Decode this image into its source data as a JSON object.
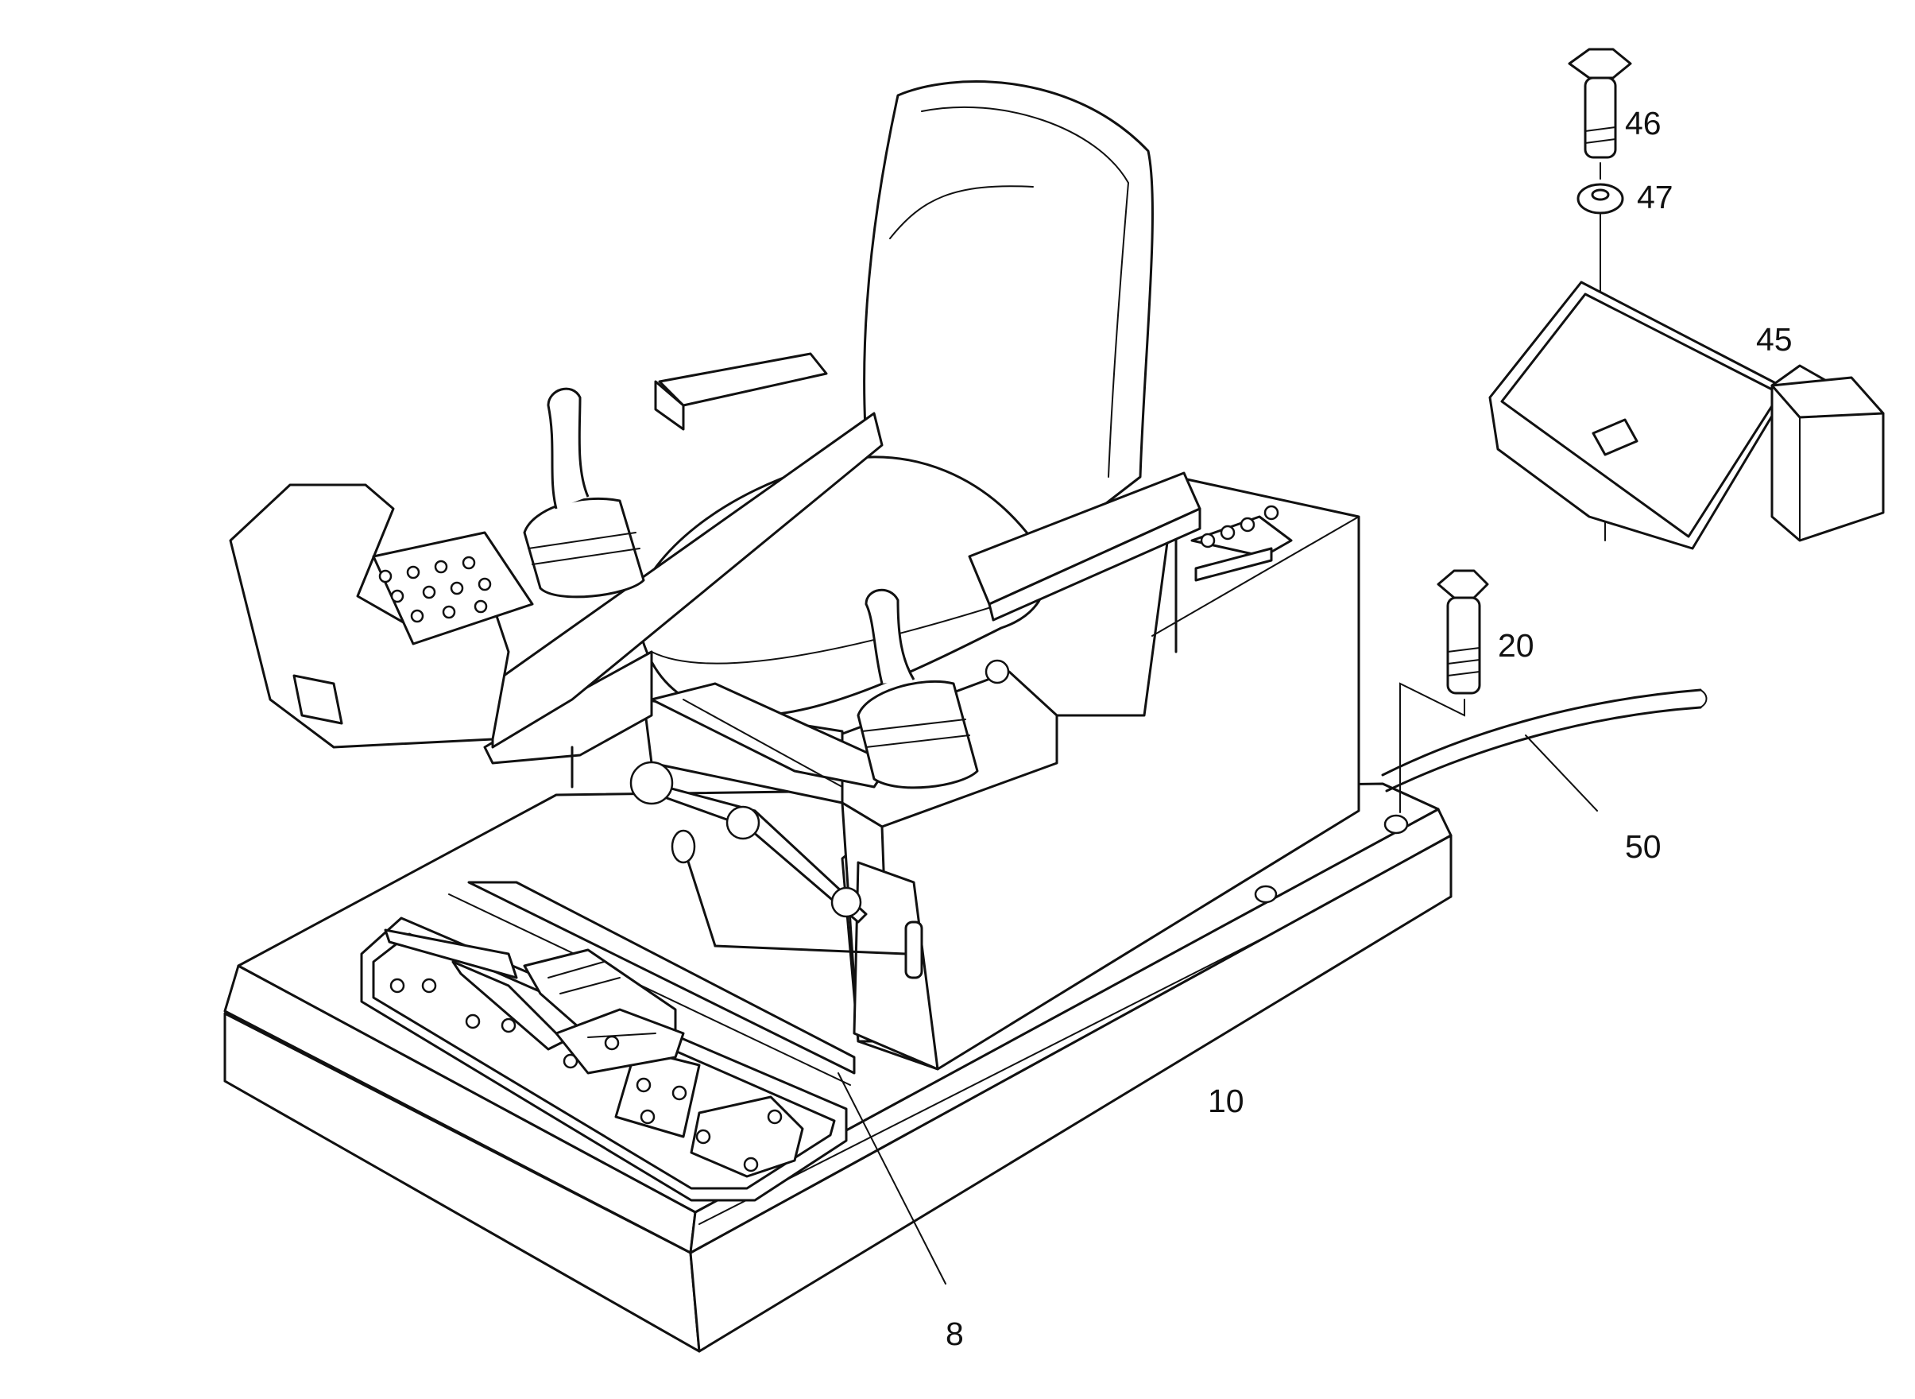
{
  "callouts": {
    "bolt_top": "46",
    "washer": "47",
    "tray": "45",
    "bolt_mount": "20",
    "cable": "50",
    "base_platform": "10",
    "pedal_strip": "8"
  }
}
